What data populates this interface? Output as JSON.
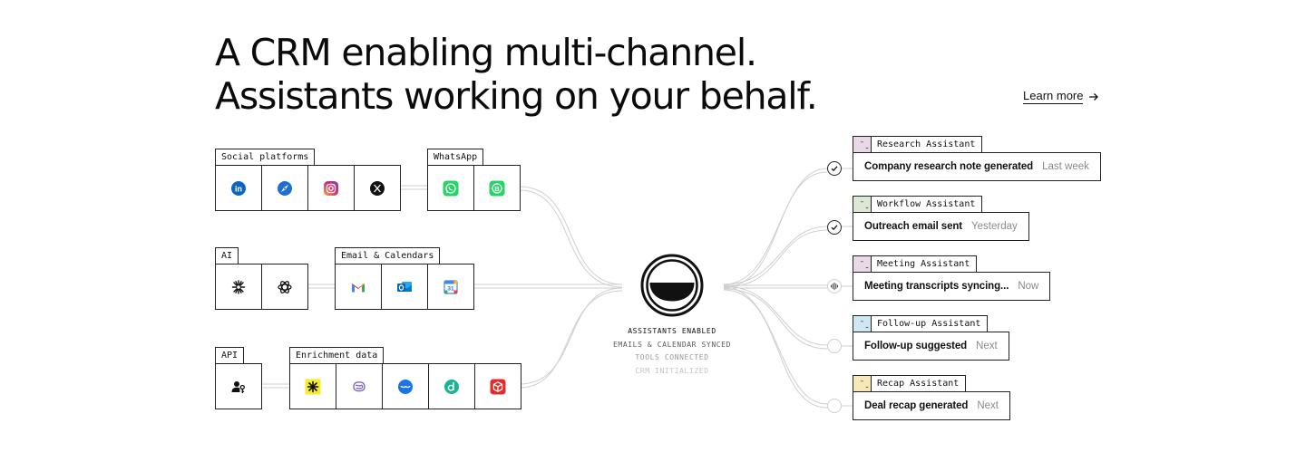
{
  "headline": {
    "line1": "A CRM enabling multi-channel.",
    "line2": "Assistants working on your behalf."
  },
  "learn_more": {
    "label": "Learn more"
  },
  "sources": [
    {
      "label": "Social platforms",
      "icons": [
        "linkedin-icon",
        "safari-compass-icon",
        "instagram-icon",
        "x-twitter-icon"
      ]
    },
    {
      "label": "WhatsApp",
      "icons": [
        "whatsapp-icon",
        "whatsapp-business-icon"
      ]
    },
    {
      "label": "AI",
      "icons": [
        "claude-ai-icon",
        "openai-icon"
      ]
    },
    {
      "label": "Email & Calendars",
      "icons": [
        "gmail-icon",
        "outlook-icon",
        "google-calendar-icon"
      ]
    },
    {
      "label": "API",
      "icons": [
        "api-user-key-icon"
      ]
    },
    {
      "label": "Enrichment data",
      "icons": [
        "enrichment-asterisk-icon",
        "enrichment-brain-icon",
        "enrichment-wave-icon",
        "enrichment-d-icon",
        "enrichment-cube-icon"
      ]
    }
  ],
  "status": {
    "lines": [
      "ASSISTANTS ENABLED",
      "EMAILS & CALENDAR SYNCED",
      "TOOLS CONNECTED",
      "CRM INITIALIZED"
    ],
    "colors": [
      "#111111",
      "#5c5c5c",
      "#9a9a9a",
      "#c4c4c4"
    ]
  },
  "assistants": [
    {
      "name": "Research Assistant",
      "color": "#e9d9e6",
      "message": "Company research note generated",
      "time": "Last week",
      "state": "done"
    },
    {
      "name": "Workflow Assistant",
      "color": "#dde7d6",
      "message": "Outreach email sent",
      "time": "Yesterday",
      "state": "done"
    },
    {
      "name": "Meeting Assistant",
      "color": "#e9d9e6",
      "message": "Meeting transcripts syncing...",
      "time": "Now",
      "state": "active"
    },
    {
      "name": "Follow-up Assistant",
      "color": "#cfe6f3",
      "message": "Follow-up suggested",
      "time": "Next",
      "state": "pending"
    },
    {
      "name": "Recap Assistant",
      "color": "#f6e8b8",
      "message": "Deal recap generated",
      "time": "Next",
      "state": "pending"
    }
  ]
}
